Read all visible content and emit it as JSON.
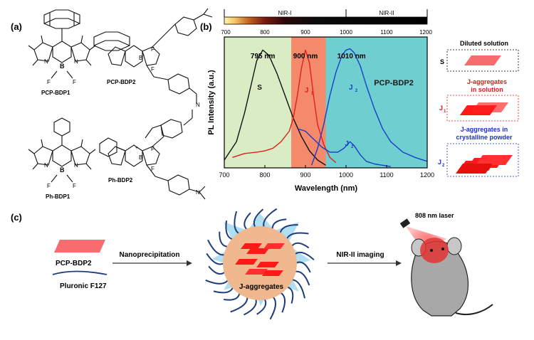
{
  "panels": {
    "a": "(a)",
    "b": "(b)",
    "c": "(c)"
  },
  "molecules": {
    "pcp_bdp1": "PCP-BDP1",
    "pcp_bdp2": "PCP-BDP2",
    "ph_bdp1": "Ph-BDP1",
    "ph_bdp2": "Ph-BDP2",
    "atom_b": "B",
    "atom_n": "N",
    "atom_f": "F",
    "charge_minus": "-",
    "charge_plus": "+"
  },
  "spectrum_bar": {
    "regions": [
      "NIR-I",
      "NIR-II"
    ],
    "ticks": [
      "700",
      "800",
      "900",
      "1000",
      "1100",
      "1200"
    ]
  },
  "chart_data": {
    "type": "line",
    "xlabel": "Wavelength (nm)",
    "ylabel": "PL Intensity (a.u.)",
    "xlim": [
      700,
      1200
    ],
    "x_ticks": [
      "700",
      "800",
      "900",
      "1000",
      "1100",
      "1200"
    ],
    "grid": false,
    "legend": "none",
    "title_inside": "PCP-BDP2",
    "regions": [
      {
        "from": 700,
        "to": 865,
        "color": "#d9ecc4"
      },
      {
        "from": 865,
        "to": 950,
        "color": "#f4896b"
      },
      {
        "from": 950,
        "to": 1200,
        "color": "#6fcfd0"
      }
    ],
    "peak_labels": [
      "795 nm",
      "900 nm",
      "1010 nm"
    ],
    "series": [
      {
        "name": "S",
        "color": "#111111",
        "x": [
          700,
          730,
          750,
          765,
          780,
          795,
          810,
          830,
          850,
          870,
          890,
          910,
          930,
          950
        ],
        "y": [
          0.06,
          0.2,
          0.42,
          0.62,
          0.82,
          0.9,
          0.86,
          0.72,
          0.55,
          0.38,
          0.24,
          0.13,
          0.06,
          0.02
        ]
      },
      {
        "name": "J1",
        "color": "#e0201b",
        "x": [
          720,
          750,
          780,
          800,
          820,
          840,
          860,
          870,
          880,
          890,
          900,
          910,
          920,
          930,
          945,
          960,
          975
        ],
        "y": [
          0.08,
          0.11,
          0.12,
          0.13,
          0.15,
          0.2,
          0.28,
          0.38,
          0.55,
          0.76,
          0.9,
          0.8,
          0.55,
          0.33,
          0.18,
          0.08,
          0.04
        ]
      },
      {
        "name": "J2 (solid)",
        "color": "#1a3fc4",
        "x": [
          915,
          930,
          945,
          960,
          975,
          990,
          1000,
          1010,
          1020,
          1035,
          1050,
          1070,
          1090,
          1110,
          1140,
          1170,
          1200
        ],
        "y": [
          0.02,
          0.15,
          0.33,
          0.55,
          0.73,
          0.86,
          0.9,
          0.91,
          0.88,
          0.78,
          0.63,
          0.45,
          0.3,
          0.2,
          0.12,
          0.08,
          0.05
        ]
      },
      {
        "name": "J2 (solution)",
        "color": "#1a3fc4",
        "x": [
          880,
          900,
          920,
          940,
          960,
          980,
          995,
          1010,
          1020,
          1035,
          1050,
          1070,
          1090,
          1110
        ],
        "y": [
          0.3,
          0.28,
          0.22,
          0.16,
          0.12,
          0.12,
          0.15,
          0.2,
          0.17,
          0.1,
          0.05,
          0.03,
          0.02,
          0.01
        ]
      }
    ],
    "curve_labels": [
      "S",
      "J",
      "J"
    ],
    "curve_label_subs": [
      "",
      "1",
      "2"
    ],
    "extra_label": {
      "main": "J",
      "sub": "2"
    }
  },
  "legend_panel": {
    "title_s": "Diluted solution",
    "title_j1": "J-aggregates\nin solution",
    "title_j2": "J-aggregates in\ncrystalline powder",
    "label_s": "S",
    "label_j": "J",
    "sub_j1": "1",
    "sub_j2": "2",
    "colors": {
      "light": "#f76d6d",
      "red": "#ff1a1a",
      "blue": "#1b2fd6"
    }
  },
  "scheme": {
    "compound": "PCP-BDP2",
    "polymer": "Pluronic F127",
    "step1": "Nanoprecipitation",
    "particle": "J-aggregates",
    "step2": "NIR-II imaging",
    "laser": "808 nm laser"
  }
}
